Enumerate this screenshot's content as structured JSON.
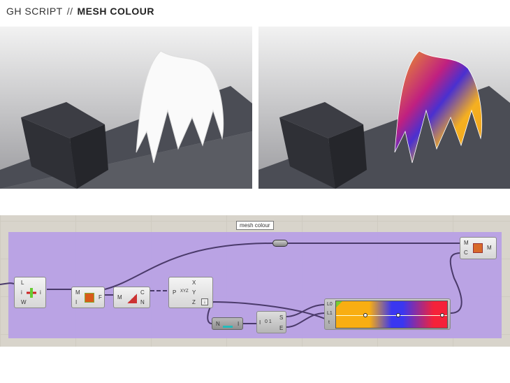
{
  "header": {
    "prefix": "GH SCRIPT",
    "separator": "//",
    "title": "MESH COLOUR"
  },
  "canvas": {
    "group_label": "mesh colour",
    "group_color": "#b9a2e4",
    "nodes": {
      "list_item": {
        "inputs": [
          "L",
          "i",
          "W"
        ],
        "outputs": [
          "i"
        ]
      },
      "mesh_faces": {
        "inputs": [
          "M",
          "I"
        ],
        "outputs": [
          "F"
        ]
      },
      "face_normals": {
        "inputs": [
          "M"
        ],
        "outputs": [
          "C",
          "N"
        ]
      },
      "deconstruct": {
        "inputs": [
          "P"
        ],
        "outputs": [
          "X",
          "Y",
          "Z"
        ],
        "icon_text": "XYZ"
      },
      "bounds": {
        "inputs": [
          "N"
        ],
        "outputs": [
          "I"
        ]
      },
      "deconstruct_domain": {
        "inputs": [
          "I"
        ],
        "outputs": [
          "S",
          "E"
        ],
        "icon_text": "0 1"
      },
      "gradient": {
        "inputs": [
          "L0",
          "L1",
          "t"
        ],
        "colors": [
          "#f9ae12",
          "#3a37f0",
          "#f52239"
        ]
      },
      "mesh_colour": {
        "inputs": [
          "M",
          "C"
        ],
        "outputs": [
          "M"
        ]
      }
    }
  }
}
